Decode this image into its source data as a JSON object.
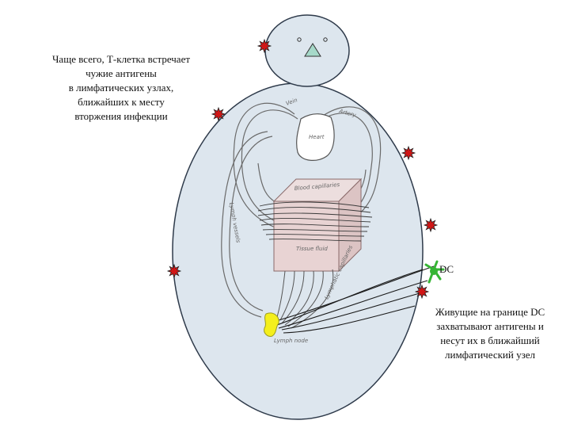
{
  "captions": {
    "top_left": "Чаще всего, Т-клетка встречает\nчужие антигены\nв лимфатических узлах,\nближайших к месту\nвторжения инфекции",
    "bottom_right": "Живущие на границе DC\nзахватывают антигены и\nнесут их в ближайший\nлимфатический узел",
    "dc": "DC"
  },
  "sketch_labels": {
    "vein": "Vein",
    "artery": "Artery",
    "heart": "Heart",
    "blood_capillaries": "Blood capillaries",
    "tissue_fluid": "Tissue fluid",
    "lymphatic_capillaries": "Lymphatic capillaries",
    "lymph_vessels": "Lymph vessels",
    "lymph_node": "Lymph node"
  },
  "colors": {
    "outline": "#2e3a4a",
    "body_fill": "#dde6ee",
    "star": "#d11616",
    "dc_cell": "#35b534",
    "lymph_node": "#f4ef1c",
    "nose": "#a6d9c9",
    "tissue_box": "#e8d3d3"
  }
}
